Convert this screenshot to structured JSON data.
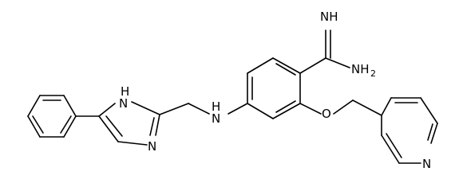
{
  "labels": {
    "imine": "NH",
    "amine_n": "NH",
    "amine_sub": "2",
    "imidazole_nh": "H",
    "imidazole_n_top": "N",
    "imidazole_n_bottom": "N",
    "anilino_nh": "H",
    "anilino_n": "N",
    "ether_o": "O",
    "pyridine_n": "N"
  }
}
